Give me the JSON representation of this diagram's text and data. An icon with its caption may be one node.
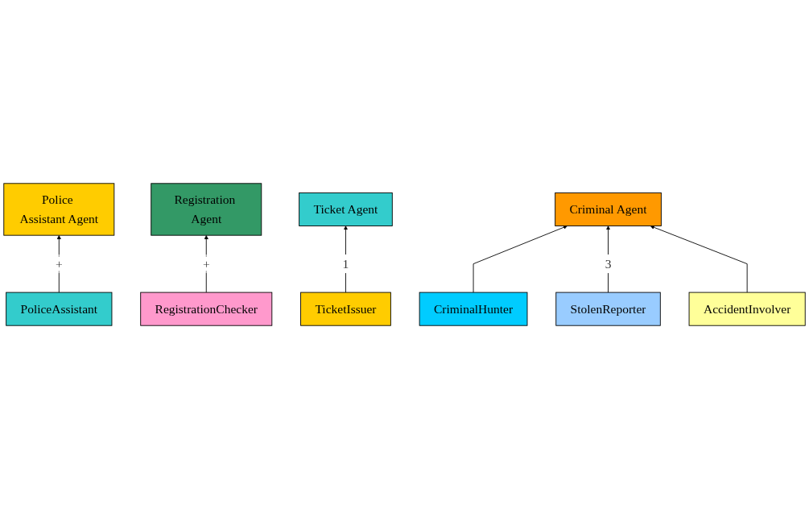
{
  "diagram": {
    "nodes": [
      {
        "text": [
          "Police Assistant Agent"
        ]
      },
      {
        "text": [
          "Registration Agent"
        ]
      },
      {
        "text": [
          "Ticket Agent"
        ]
      },
      {
        "text": [
          "PoliceAssistant"
        ]
      },
      {
        "text": [
          "RegistrationChecker"
        ]
      },
      {
        "text": [
          "TicketIssuer"
        ]
      },
      {
        "text": [
          "Criminal Agent"
        ]
      },
      {
        "text": [
          "CriminalHunter"
        ]
      },
      {
        "text": [
          "StolenReporter"
        ]
      },
      {
        "text": [
          "AccidentInvolver"
        ]
      }
    ],
    "edges": [
      {
        "from": 3,
        "to": 0,
        "arrow": "to",
        "label": "+"
      },
      {
        "from": 4,
        "to": 1,
        "arrow": "to",
        "label": "+"
      },
      {
        "from": 5,
        "to": 2,
        "arrow": "to",
        "label": "1"
      },
      {
        "from": 7,
        "to": 6,
        "arrow": "to"
      },
      {
        "from": 8,
        "to": 6,
        "arrow": "to",
        "label": "3"
      },
      {
        "from": 9,
        "to": 6,
        "arrow": "to"
      }
    ]
  }
}
